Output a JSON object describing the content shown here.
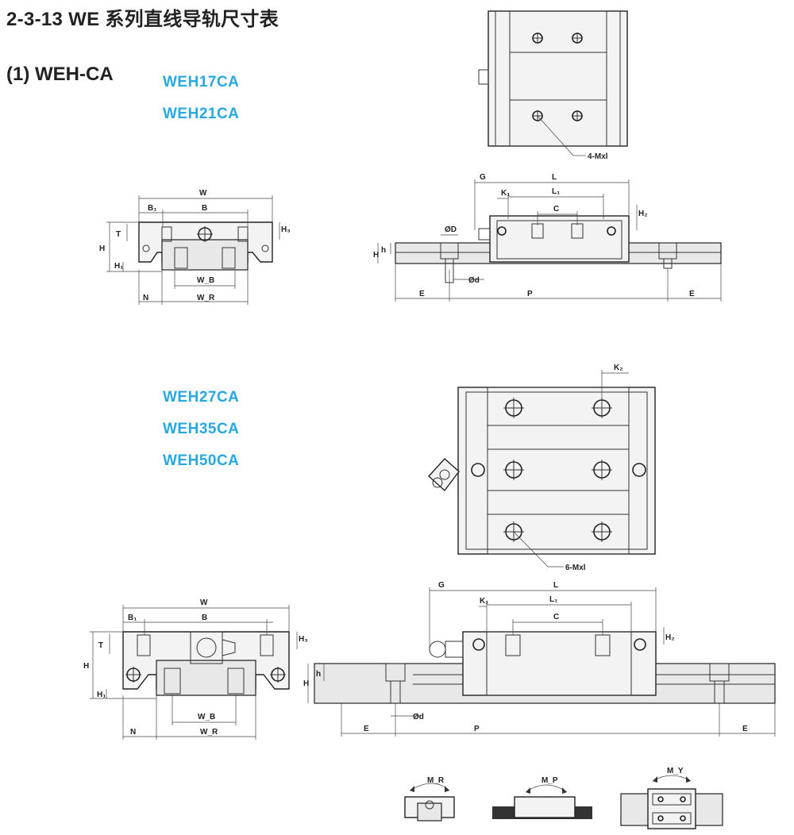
{
  "header": {
    "title": "2-3-13 WE 系列直线导轨尺寸表",
    "subtitle": "(1) WEH-CA"
  },
  "models": {
    "group1": [
      "WEH17CA",
      "WEH21CA"
    ],
    "group2": [
      "WEH27CA",
      "WEH35CA",
      "WEH50CA"
    ]
  },
  "labels": {
    "W": "W",
    "B": "B",
    "B1": "B₁",
    "H": "H",
    "H1": "H₁",
    "H2": "H₂",
    "H3": "H₃",
    "T": "T",
    "N": "N",
    "WR": "W_R",
    "WB": "W_B",
    "G": "G",
    "L": "L",
    "L1": "L₁",
    "K1": "K₁",
    "K2": "K₂",
    "C": "C",
    "D": "ØD",
    "d": "Ød",
    "h": "h",
    "E": "E",
    "P": "P",
    "M4": "4-Mxl",
    "M6": "6-Mxl",
    "MR": "M_R",
    "MP": "M_P",
    "MY": "M_Y"
  },
  "colors": {
    "model_text": "#29a8e0",
    "line": "#333333"
  }
}
